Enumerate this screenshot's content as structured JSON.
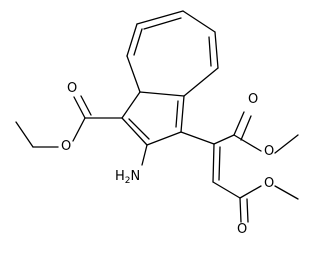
{
  "atom_labels": {
    "ester_ethyl": {
      "carbonyl_o": "O",
      "ether_o": "O"
    },
    "amine": {
      "symbol": "H",
      "count": "2",
      "element": "N"
    },
    "ester_upper": {
      "carbonyl_o": "O",
      "ether_o": "O"
    },
    "ester_lower": {
      "carbonyl_o": "O",
      "ether_o": "O"
    }
  },
  "colors": {
    "bond": "#000000",
    "text": "#000000",
    "background": "#ffffff"
  }
}
